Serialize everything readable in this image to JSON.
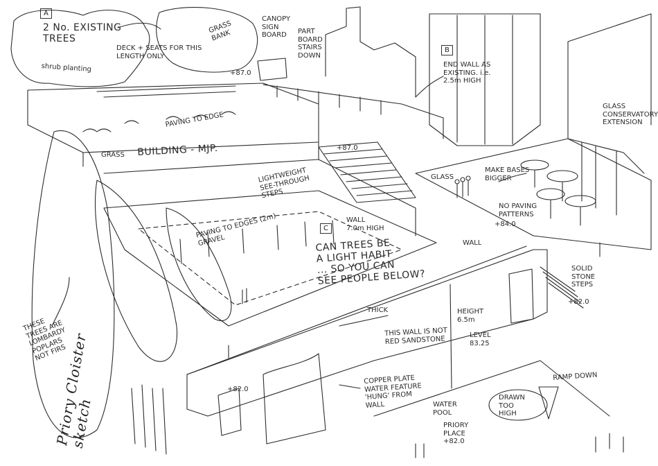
{
  "tags": {
    "a": "A",
    "b": "B",
    "c": "C"
  },
  "notes": {
    "existing_trees": "2 No. EXISTING\nTREES",
    "shrub_planting": "shrub planting",
    "deck_seats": "DECK + SEATS FOR THIS\nLENGTH ONLY",
    "grass_bank": "GRASS\nBANK",
    "canopy_sign": "CANOPY\nSIGN\nBOARD",
    "part_stairs": "PART\nBOARD\nSTAIRS\nDOWN",
    "end_wall": "END WALL AS\nEXISTING. i.e.\n2.5m HIGH",
    "glass_conservatory": "GLASS\nCONSERVATORY\nEXTENSION",
    "paving_edge": "PAVING TO EDGE",
    "grass": "GRASS",
    "building_mjp": "BUILDING - MJP.",
    "level_87_top": "+87.0",
    "level_87_mid": "+87.0",
    "glass": "GLASS",
    "make_bases": "MAKE BASES\nBIGGER",
    "no_paving": "NO PAVING\nPATTERNS",
    "level_84": "+84.0",
    "lightweight_steps": "LIGHTWEIGHT\nSEE-THROUGH\nSTEPS",
    "wall_7": "WALL\n7.0m HIGH",
    "paving_edges_gravel": "PAVING TO EDGES (2m)\nGRAVEL",
    "can_trees": "CAN TREES BE\nA LIGHT HABIT\n... SO YOU CAN\nSEE PEOPLE BELOW?",
    "wall_label": "WALL",
    "solid_steps": "SOLID\nSTONE\nSTEPS",
    "level_82_right": "+82.0",
    "height_65": "HEIGHT\n6.5m",
    "level_8325": "LEVEL\n83.25",
    "thick": "THICK",
    "not_red_sandstone": "THIS WALL IS NOT\nRED SANDSTONE",
    "lombardy": "THESE\nTREES ARE\nLOMBARDY\nPOPLARS\nNOT FIRS",
    "copper_plate": "COPPER PLATE\nWATER FEATURE\n'HUNG' FROM\nWALL",
    "water_pool": "WATER\nPOOL",
    "priory_place": "PRIORY\nPLACE\n+82.0",
    "ramp_down": "RAMP DOWN",
    "drawn_too_high": "DRAWN\nTOO\nHIGH",
    "level_82_window": "+82.0",
    "title": "Priory Cloister\nsketch"
  }
}
